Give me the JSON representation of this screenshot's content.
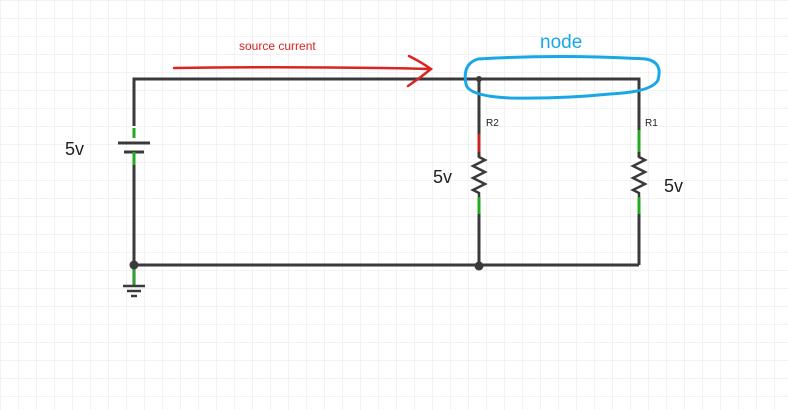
{
  "annotations": {
    "source_current": "source current",
    "node": "node"
  },
  "components": {
    "battery_voltage": "5v",
    "r2_name": "R2",
    "r2_voltage": "5v",
    "r1_name": "R1",
    "r1_voltage": "5v"
  },
  "colors": {
    "grid": "#e8e8e8",
    "wire": "#3a3a3a",
    "terminal_green": "#22aa22",
    "terminal_red": "#cc2222",
    "arrow": "#dd2222",
    "node_highlight": "#1aa7e6"
  }
}
